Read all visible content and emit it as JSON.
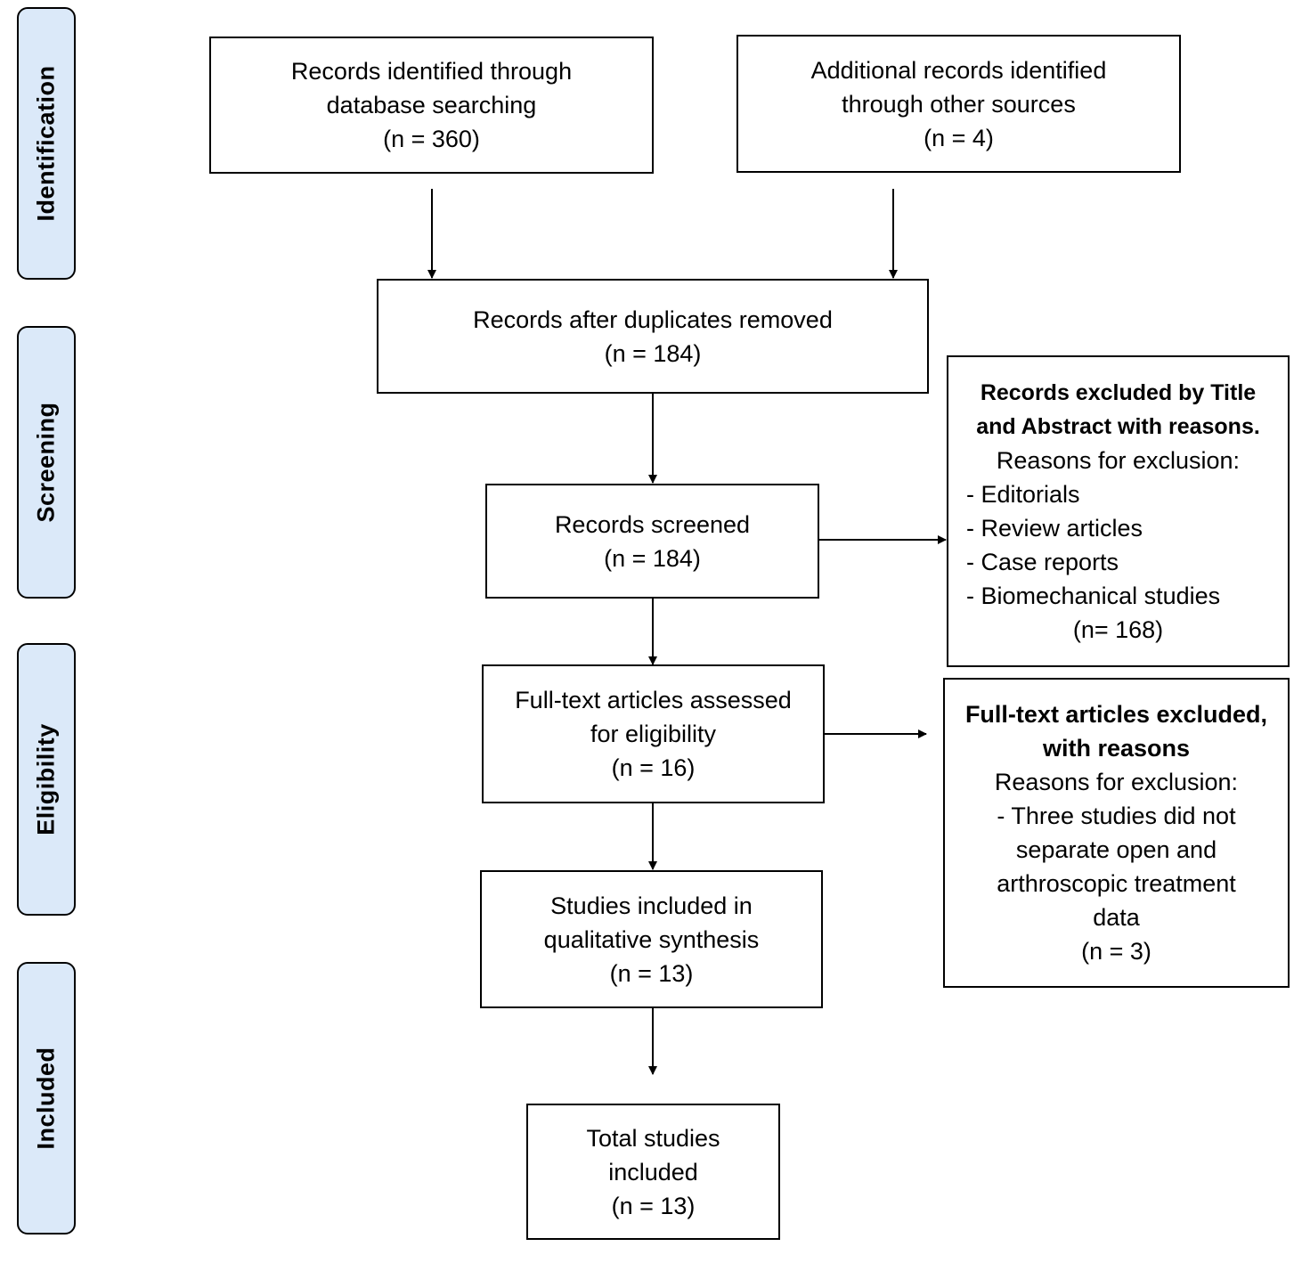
{
  "phases": {
    "identification": "Identification",
    "screening": "Screening",
    "eligibility": "Eligibility",
    "included": "Included"
  },
  "boxes": {
    "database": {
      "line1": "Records identified through",
      "line2": "database searching",
      "count": "(n = 360)"
    },
    "other_sources": {
      "line1": "Additional records identified",
      "line2": "through other sources",
      "count": "(n = 4)"
    },
    "duplicates_removed": {
      "line1": "Records after duplicates removed",
      "count": "(n = 184)"
    },
    "screened": {
      "line1": "Records screened",
      "count": "(n = 184)"
    },
    "excluded_title_abstract": {
      "heading1": "Records excluded by Title",
      "heading2": "and Abstract with reasons.",
      "reasons_label": "Reasons for exclusion:",
      "reasons": [
        "- Editorials",
        "- Review articles",
        "- Case reports",
        "- Biomechanical studies"
      ],
      "count": "(n= 168)"
    },
    "full_text": {
      "line1": "Full-text articles assessed",
      "line2": "for eligibility",
      "count": "(n = 16)"
    },
    "full_text_excluded": {
      "heading1": "Full-text articles excluded,",
      "heading2": "with reasons",
      "reasons_label": "Reasons for exclusion:",
      "reason_lines": [
        "- Three studies did not",
        "separate open and",
        "arthroscopic treatment",
        "data"
      ],
      "count": "(n = 3)"
    },
    "qualitative": {
      "line1": "Studies included in",
      "line2": "qualitative synthesis",
      "count": "(n = 13)"
    },
    "total": {
      "line1": "Total studies",
      "line2": "included",
      "count": "(n = 13)"
    }
  },
  "colors": {
    "phase_fill": "#dbe9f9",
    "stroke": "#000000"
  }
}
